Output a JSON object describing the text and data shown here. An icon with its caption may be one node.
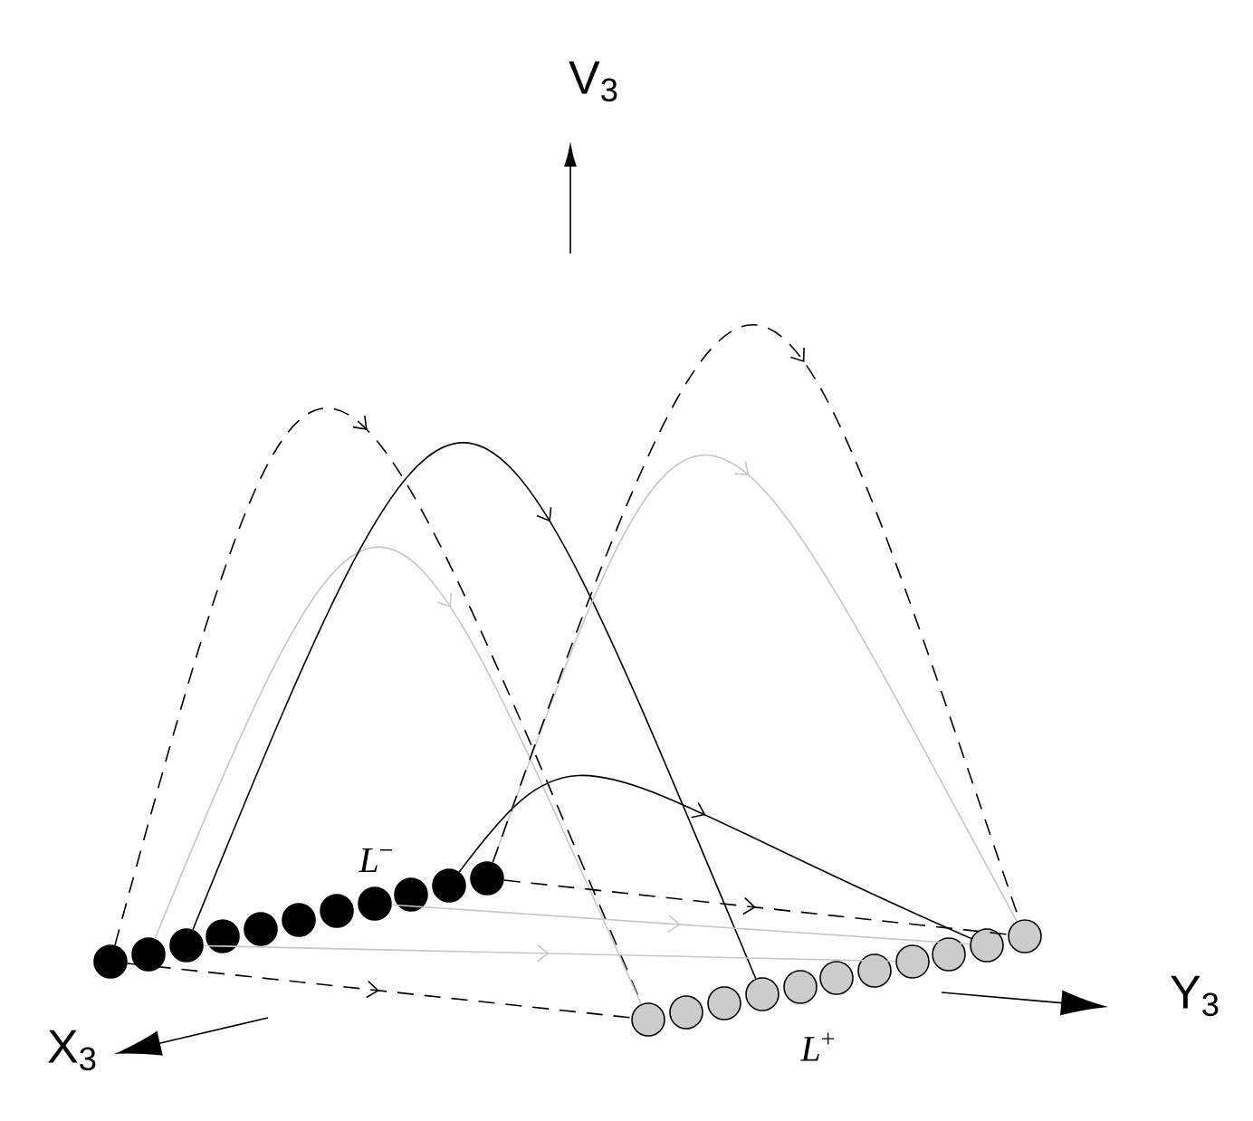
{
  "diagram": {
    "nodes": [
      {
        "text": [],
        "shape": "circle"
      },
      {
        "text": [],
        "shape": "circle"
      },
      {
        "text": [],
        "shape": "circle"
      },
      {
        "text": [],
        "shape": "circle"
      },
      {
        "text": [],
        "shape": "circle"
      },
      {
        "text": [],
        "shape": "circle"
      },
      {
        "text": [],
        "shape": "circle"
      },
      {
        "text": [],
        "shape": "circle"
      },
      {
        "text": [],
        "shape": "circle"
      },
      {
        "text": [],
        "shape": "circle"
      },
      {
        "text": [],
        "shape": "circle"
      },
      {
        "text": [],
        "shape": "circle"
      },
      {
        "text": [],
        "shape": "circle"
      },
      {
        "text": [],
        "shape": "circle"
      },
      {
        "text": [],
        "shape": "circle"
      },
      {
        "text": [],
        "shape": "circle"
      },
      {
        "text": [],
        "shape": "circle"
      },
      {
        "text": [],
        "shape": "circle"
      },
      {
        "text": [],
        "shape": "circle"
      },
      {
        "text": [],
        "shape": "circle"
      },
      {
        "text": [],
        "shape": "circle"
      },
      {
        "text": [],
        "shape": "circle"
      }
    ],
    "edges": [
      {
        "from": 0,
        "to": 11,
        "arrow": "to",
        "style": "dashed"
      },
      {
        "from": 1,
        "to": 11,
        "arrow": "to",
        "color": "#c8c8c8"
      },
      {
        "from": 2,
        "to": 14,
        "arrow": "to"
      },
      {
        "from": 9,
        "to": 20,
        "arrow": "to"
      },
      {
        "from": 10,
        "to": 21,
        "arrow": "to",
        "color": "#c8c8c8"
      },
      {
        "from": 10,
        "to": 21,
        "arrow": "to",
        "style": "dashed"
      },
      {
        "from": 7,
        "to": 20,
        "arrow": "to",
        "color": "#c8c8c8"
      },
      {
        "from": 2,
        "to": 18,
        "arrow": "to",
        "color": "#c8c8c8"
      },
      {
        "from": 0,
        "to": 11,
        "arrow": "to",
        "style": "dashed"
      },
      {
        "from": 10,
        "to": 21,
        "arrow": "to",
        "style": "dashed"
      }
    ],
    "labels": [
      "V$_{3}$",
      "*L*$^{−}$",
      "Y$_{3}$",
      "X$_{3}$",
      "*L*$^{+}$"
    ]
  }
}
